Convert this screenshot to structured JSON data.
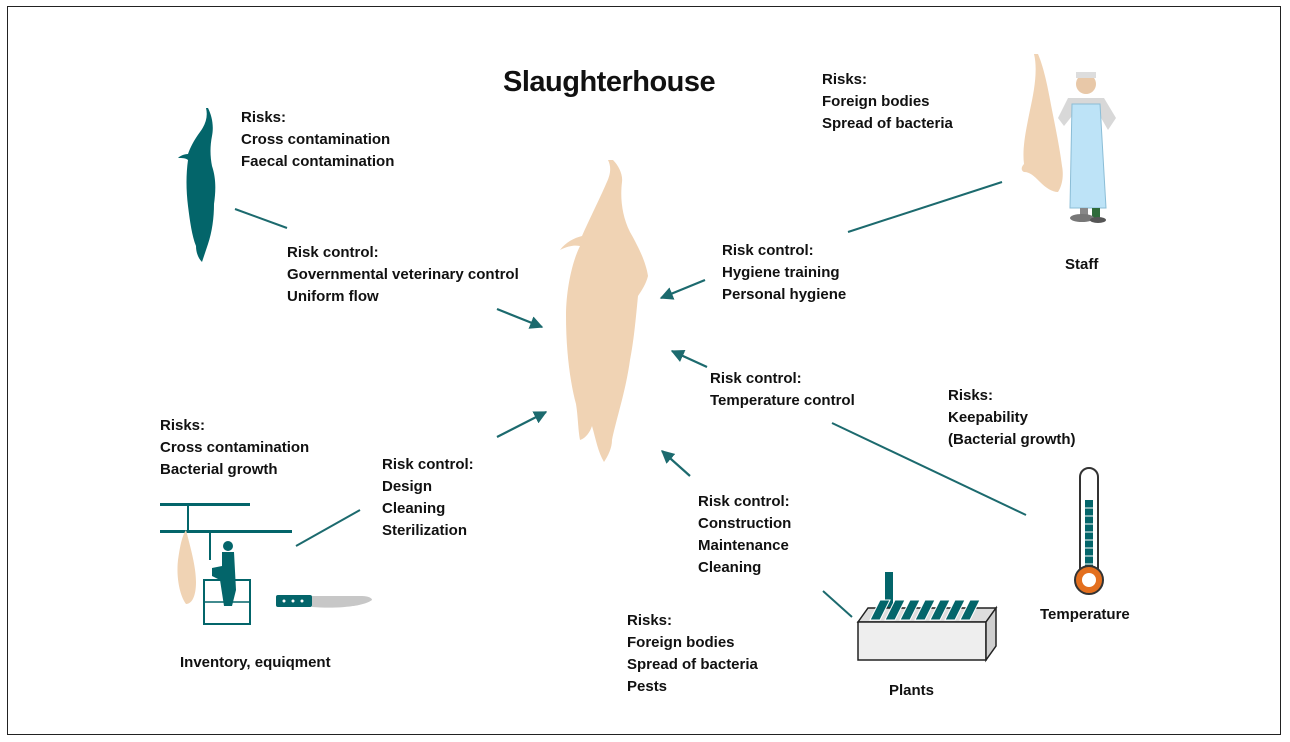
{
  "title": "Slaughterhouse",
  "colors": {
    "carcass": "#f0d3b4",
    "teal": "#03656a",
    "arrow": "#1c6a6e"
  },
  "pig_risks": {
    "heading": "Risks:",
    "items": [
      "Cross contamination",
      "Faecal contamination"
    ]
  },
  "pig_control": {
    "heading": "Risk control:",
    "items": [
      "Governmental veterinary control",
      "Uniform flow"
    ]
  },
  "staff_risks": {
    "heading": "Risks:",
    "items": [
      "Foreign bodies",
      "Spread of bacteria"
    ]
  },
  "staff_control": {
    "heading": "Risk control:",
    "items": [
      "Hygiene training",
      "Personal hygiene"
    ]
  },
  "staff_label": "Staff",
  "temp_control": {
    "heading": "Risk control:",
    "items": [
      "Temperature control"
    ]
  },
  "temp_risks": {
    "heading": "Risks:",
    "items": [
      "Keepability",
      "(Bacterial growth)"
    ]
  },
  "temp_label": "Temperature",
  "inv_risks": {
    "heading": "Risks:",
    "items": [
      "Cross contamination",
      "Bacterial growth"
    ]
  },
  "inv_control": {
    "heading": "Risk control:",
    "items": [
      "Design",
      "Cleaning",
      "Sterilization"
    ]
  },
  "inv_label": "Inventory, equiqment",
  "plants_control": {
    "heading": "Risk control:",
    "items": [
      "Construction",
      "Maintenance",
      "Cleaning"
    ]
  },
  "plants_risks": {
    "heading": "Risks:",
    "items": [
      "Foreign bodies",
      "Spread of bacteria",
      "Pests"
    ]
  },
  "plants_label": "Plants",
  "icons": [
    "pig-carcass-icon",
    "central-carcass-icon",
    "butcher-icon",
    "thermometer-icon",
    "factory-icon",
    "processing-line-icon",
    "knife-icon"
  ]
}
